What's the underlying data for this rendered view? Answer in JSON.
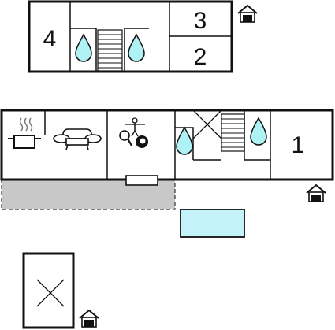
{
  "rooms": {
    "r4": "4",
    "r3": "3",
    "r2": "2",
    "r1": "1"
  },
  "colors": {
    "wall": "#111111",
    "water": "#aef2f6",
    "pool": "#c4f4fa",
    "terrace": "#c8c8c8",
    "background": "#ffffff"
  },
  "icons": [
    "entrance-house-icon",
    "water-drop-icon",
    "stairs-icon",
    "cooking-pot-icon",
    "sofa-icon",
    "table-football-icon",
    "table-tennis-icon",
    "billiard-ball-icon",
    "bed-icon",
    "pool-icon",
    "terrace-icon"
  ]
}
